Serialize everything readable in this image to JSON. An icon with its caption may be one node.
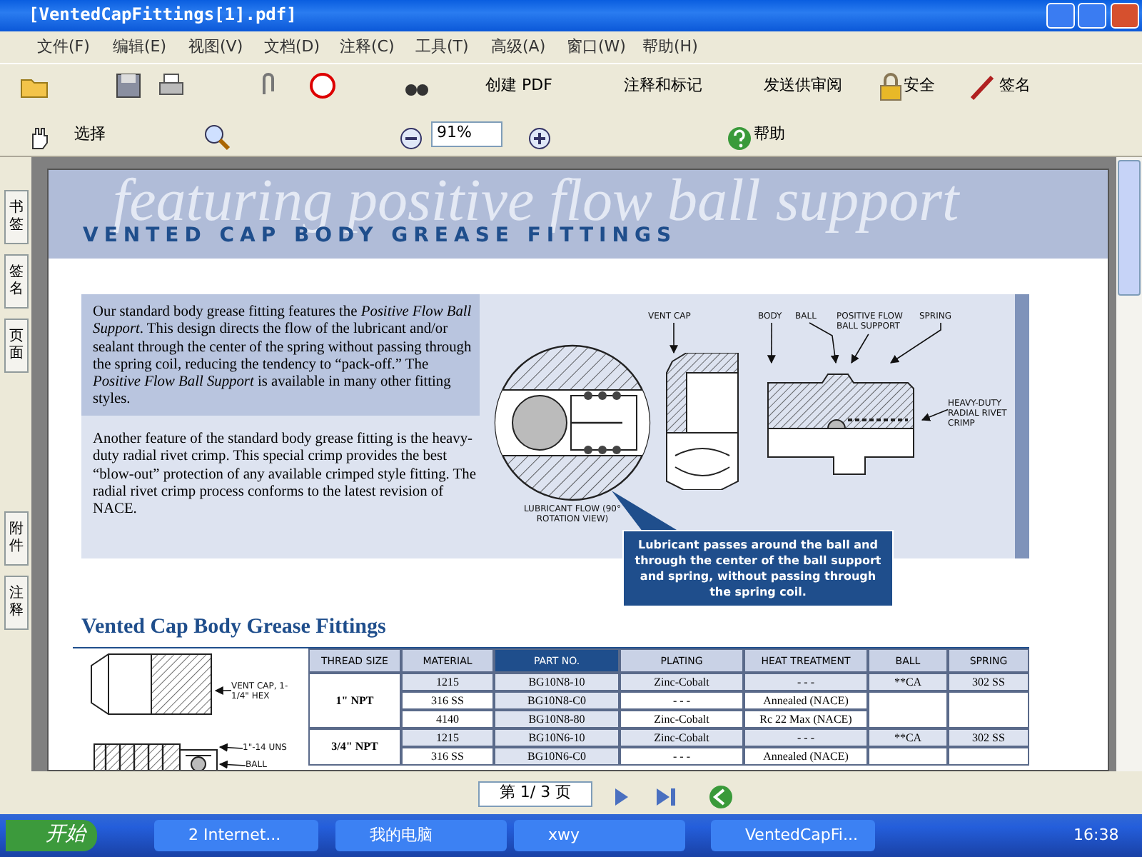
{
  "diagram": {
    "nodes": [
      {
        "text": [],
        "shape": "picture",
        "beside": [
          "LUBRICANT FLOW (90° ROTATION VIEW)"
        ]
      },
      {
        "text": [
          "Lubricant passes around the ball and through the center of the ball support and spring, without passing through the spring coil."
        ]
      },
      {
        "text": [
          "VENT CAP"
        ]
      },
      {
        "text": [
          "BODY"
        ]
      },
      {
        "text": [
          "BALL"
        ]
      },
      {
        "text": [
          "POSITIVE FLOW BALL SUPPORT"
        ]
      },
      {
        "text": [
          "SPRING"
        ]
      },
      {
        "text": [
          "HEAVY-DUTY RADIAL RIVET CRIMP"
        ]
      },
      {
        "text": [
          "VENT CAP, 1-1/4\" HEX"
        ]
      },
      {
        "text": [
          "1\"-14 UNS"
        ]
      },
      {
        "text": [
          "BALL"
        ]
      },
      {
        "text": [],
        "shape": "picture"
      },
      {
        "text": [],
        "shape": "picture"
      },
      {
        "text": [],
        "shape": "picture"
      },
      {
        "text": [],
        "shape": "picture"
      }
    ],
    "edges": [
      {
        "from": 1,
        "to": 0,
        "arrow": "none"
      },
      {
        "from": 2,
        "to": 11,
        "arrow": "to"
      },
      {
        "from": 3,
        "to": 12,
        "arrow": "to"
      },
      {
        "from": 4,
        "to": 12,
        "arrow": "to"
      },
      {
        "from": 5,
        "to": 12,
        "arrow": "to"
      },
      {
        "from": 6,
        "to": 12,
        "arrow": "to"
      },
      {
        "from": 7,
        "to": 12,
        "arrow": "to"
      },
      {
        "from": 8,
        "to": 13,
        "arrow": "to"
      },
      {
        "from": 9,
        "to": 14,
        "arrow": "to"
      },
      {
        "from": 10,
        "to": 14,
        "arrow": "to"
      }
    ],
    "labels": [
      "[VentedCapFittings[1].pdf]",
      "文件(F)",
      "编辑(E)",
      "视图(V)",
      "文档(D)",
      "注释(C)",
      "工具(T)",
      "高级(A)",
      "窗口(W)",
      "帮助(H)",
      "创建 PDF",
      "注释和标记",
      "发送供审阅",
      "安全",
      "签名",
      "选择",
      "91%",
      "帮助",
      "书签",
      "签名",
      "页面",
      "附件",
      "注释",
      "featuring positive flow ball support",
      "VENTED CAP BODY GREASE FITTINGS",
      "Our standard body grease fitting features the *Positive Flow Ball Support*. This design directs the flow of the lubricant and/or sealant through the center of the spring without passing through the spring coil, reducing the tendency to “pack-off.” The *Positive Flow Ball Support* is available in many other fitting styles.",
      "Another feature of the standard body grease fitting is the heavy-duty radial rivet crimp. This special crimp provides the best “blow-out” protection of any available crimped style fitting. The radial rivet crimp process conforms to the latest revision of NACE.",
      "Vented Cap Body Grease Fittings",
      "THREAD SIZE",
      "MATERIAL",
      "PART NO.",
      "PLATING",
      "HEAT TREATMENT",
      "BALL",
      "SPRING",
      "1\" NPT",
      "1215",
      "BG10N8-10",
      "Zinc-Cobalt",
      "- - -",
      "**CA",
      "302 SS",
      "316 SS",
      "BG10N8-C0",
      "- - -",
      "Annealed (NACE)",
      "4140",
      "BG10N8-80",
      "Zinc-Cobalt",
      "Rc 22 Max (NACE)",
      "3/4\" NPT",
      "1215",
      "BG10N6-10",
      "Zinc-Cobalt",
      "- - -",
      "**CA",
      "302 SS",
      "316 SS",
      "BG10N6-C0",
      "- - -",
      "Annealed (NACE)",
      "第 1/ 3 页",
      "开始",
      "2 Internet...",
      "我的电脑",
      "xwy",
      "VentedCapFi...",
      "16:38"
    ]
  }
}
